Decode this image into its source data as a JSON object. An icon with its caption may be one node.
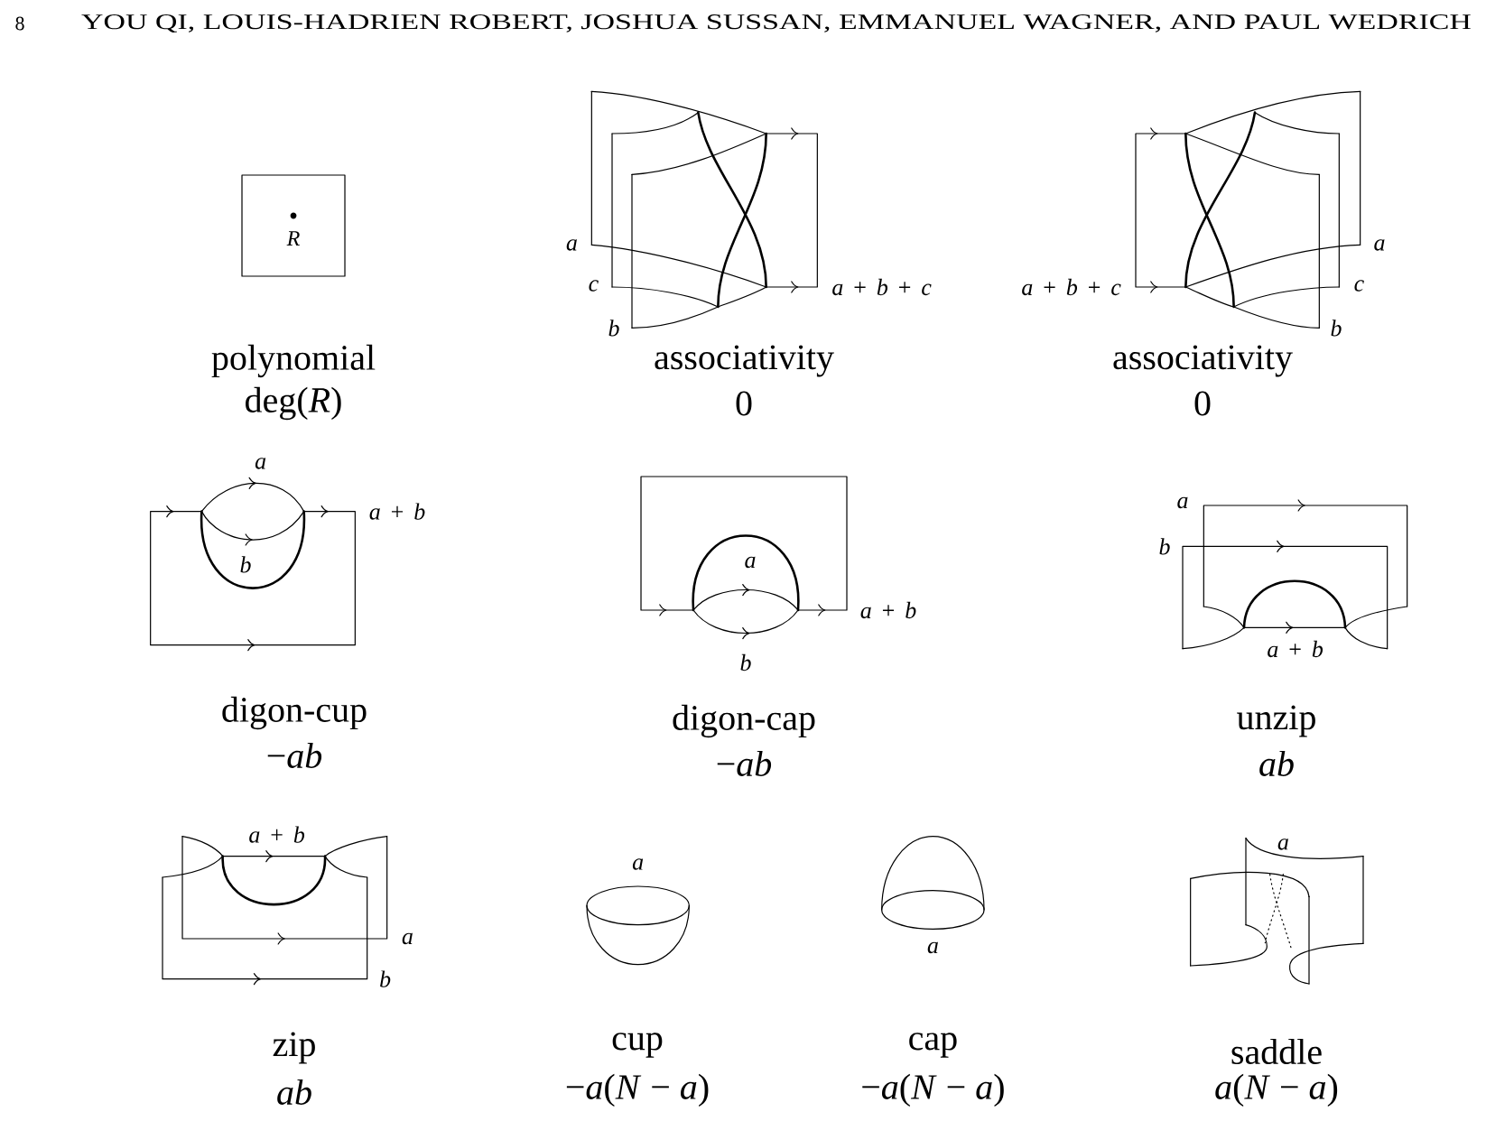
{
  "diagram": {
    "nodes": [
      {
        "text": [
          "R"
        ]
      }
    ],
    "labels": [
      "8",
      "YOU QI, LOUIS-HADRIEN ROBERT, JOSHUA SUSSAN, EMMANUEL WAGNER, AND PAUL WEDRICH",
      "polynomial",
      "deg(*R*)",
      "a",
      "c",
      "b",
      "*a* + *b* + *c*",
      "associativity",
      "0",
      "*a* + *b* + *c*",
      "a",
      "c",
      "b",
      "associativity",
      "0",
      "a",
      "b",
      "*a* + *b*",
      "digon-cup",
      "−*ab*",
      "a",
      "b",
      "*a* + *b*",
      "digon-cap",
      "−*ab*",
      "a",
      "b",
      "*a* + *b*",
      "unzip",
      "ab",
      "*a* + *b*",
      "a",
      "b",
      "zip",
      "ab",
      "a",
      "cup",
      "−*a*(*N* − *a*)",
      "a",
      "cap",
      "−*a*(*N* − *a*)",
      "a",
      "saddle",
      "*a*(*N* − *a*)"
    ]
  }
}
